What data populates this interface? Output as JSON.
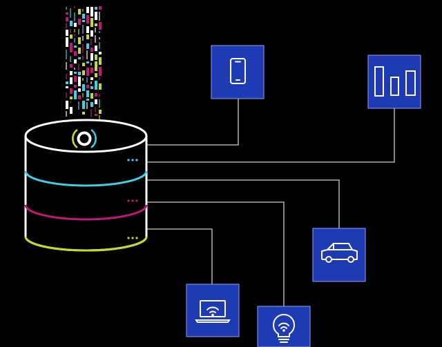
{
  "diagram": {
    "hub": {
      "icon": "data-stream-hub-icon",
      "ring_colors": [
        "#3fd0e8",
        "#c0197a",
        "#c4d82e"
      ],
      "outline_color": "#ffffff",
      "bit_colors": [
        "#ffffff",
        "#3fd0e8",
        "#c0197a",
        "#c4d82e"
      ]
    },
    "nodes": [
      {
        "id": "smartphone",
        "icon": "smartphone-icon"
      },
      {
        "id": "analytics",
        "icon": "bar-chart-icon"
      },
      {
        "id": "car",
        "icon": "car-icon"
      },
      {
        "id": "laptop",
        "icon": "laptop-wifi-icon"
      },
      {
        "id": "smart-bulb",
        "icon": "smart-bulb-icon"
      }
    ],
    "colors": {
      "background": "#000000",
      "node_fill": "#1f3bb3",
      "node_border": "#8fa0f5",
      "connector": "#d0d0d0",
      "icon_stroke": "#ffffff"
    }
  }
}
